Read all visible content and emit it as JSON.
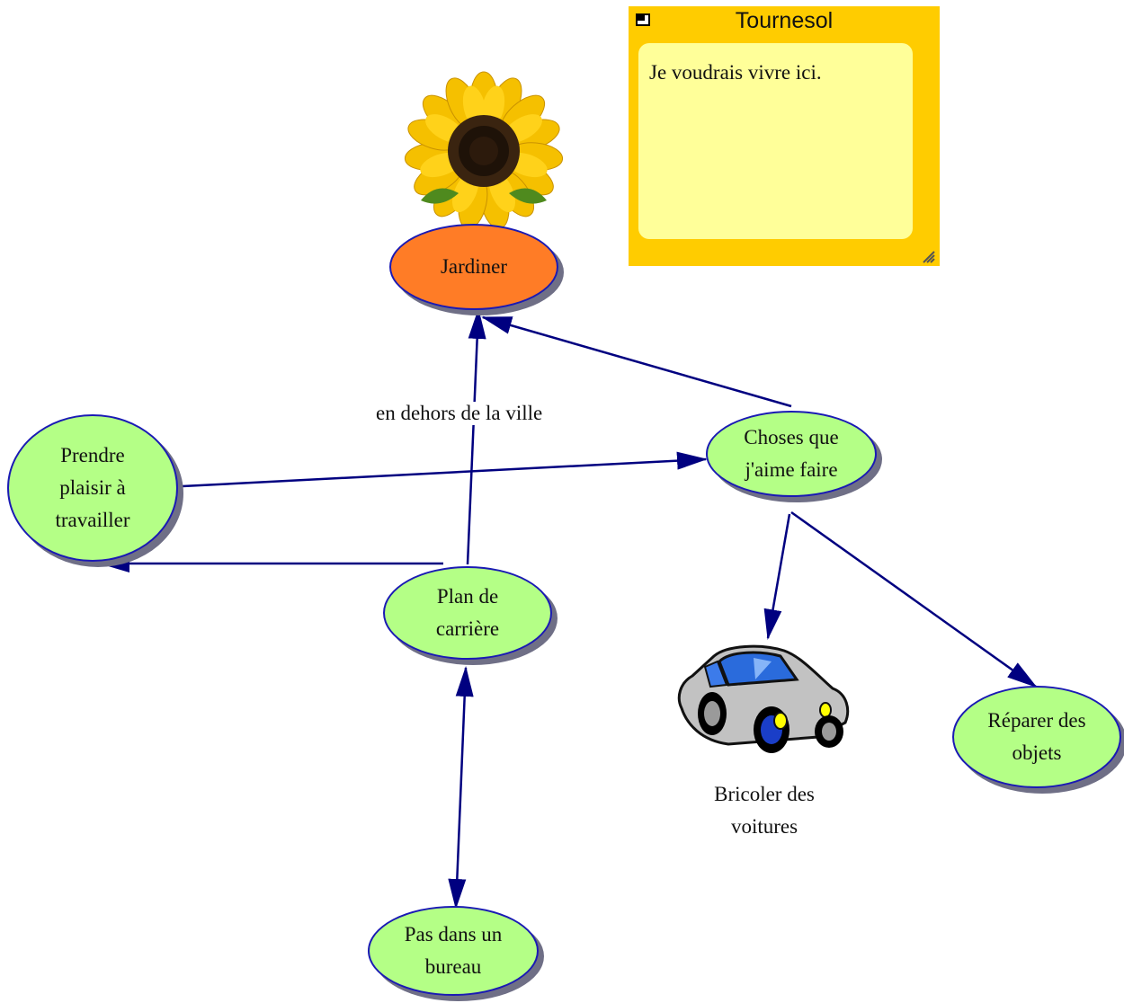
{
  "note": {
    "title": "Tournesol",
    "body": "Je voudrais vivre ici.",
    "color": "#ffcc00",
    "body_color": "#ffff99"
  },
  "nodes": {
    "jardiner": "Jardiner",
    "choses": [
      "Choses que",
      "j'aime faire"
    ],
    "prendre": [
      "Prendre",
      "plaisir à",
      "travailler"
    ],
    "plan": [
      "Plan de",
      "carrière"
    ],
    "reparer": [
      "Réparer des",
      "objets"
    ],
    "pas_bureau": [
      "Pas dans un",
      "bureau"
    ]
  },
  "labels": {
    "dehors": "en dehors de la ville",
    "bricoler": [
      "Bricoler des",
      "voitures"
    ]
  },
  "images": {
    "top": "sunflower",
    "car": "car"
  },
  "colors": {
    "node_fill": "#b4ff86",
    "highlight_fill": "#ff7c26",
    "node_border": "#1a1ab4",
    "link": "#000080"
  }
}
